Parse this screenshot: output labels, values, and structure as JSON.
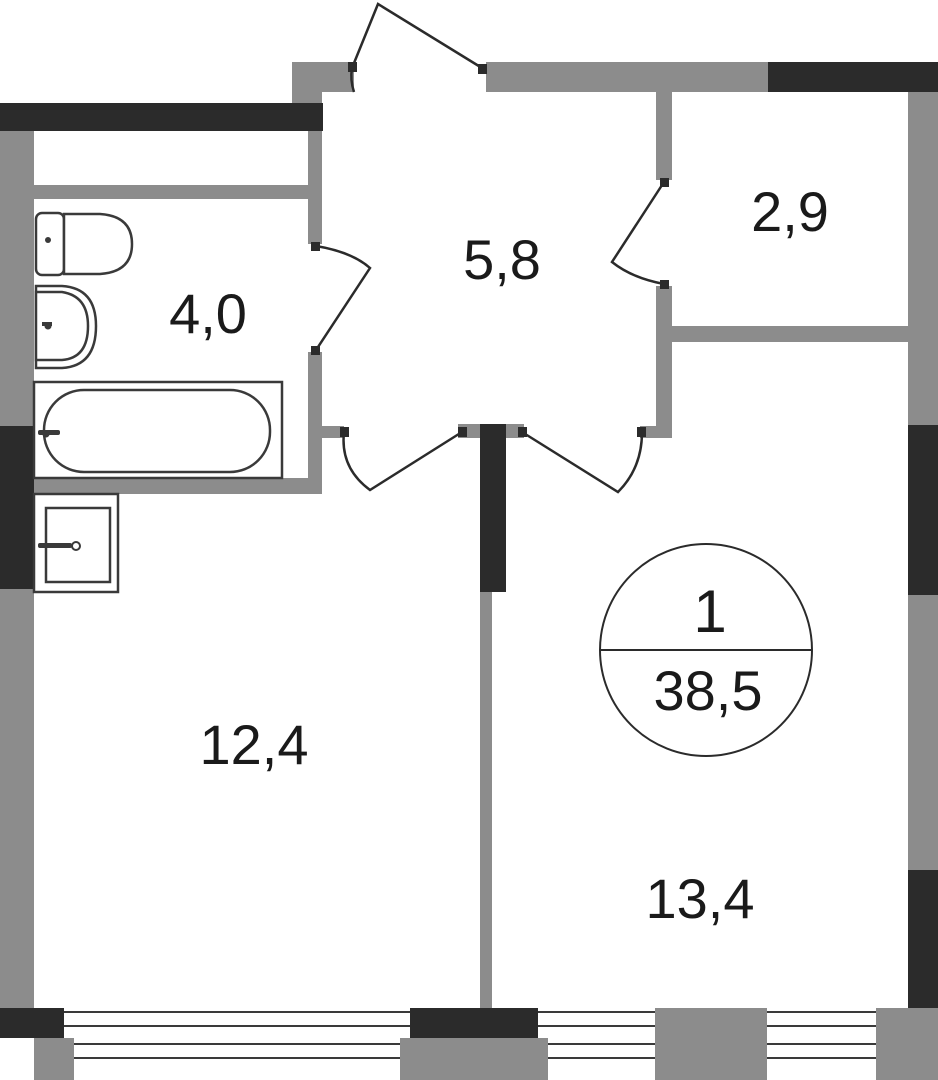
{
  "plan": {
    "rooms_count": "1",
    "total_area": "38,5",
    "rooms": [
      {
        "id": "bathroom",
        "area": "4,0"
      },
      {
        "id": "hallway",
        "area": "5,8"
      },
      {
        "id": "storage",
        "area": "2,9"
      },
      {
        "id": "kitchen",
        "area": "12,4"
      },
      {
        "id": "living-room",
        "area": "13,4"
      }
    ]
  },
  "colors": {
    "wall_light": "#8c8c8c",
    "wall_dark": "#2b2b2b",
    "background": "#ffffff",
    "text": "#1a1a1a"
  }
}
